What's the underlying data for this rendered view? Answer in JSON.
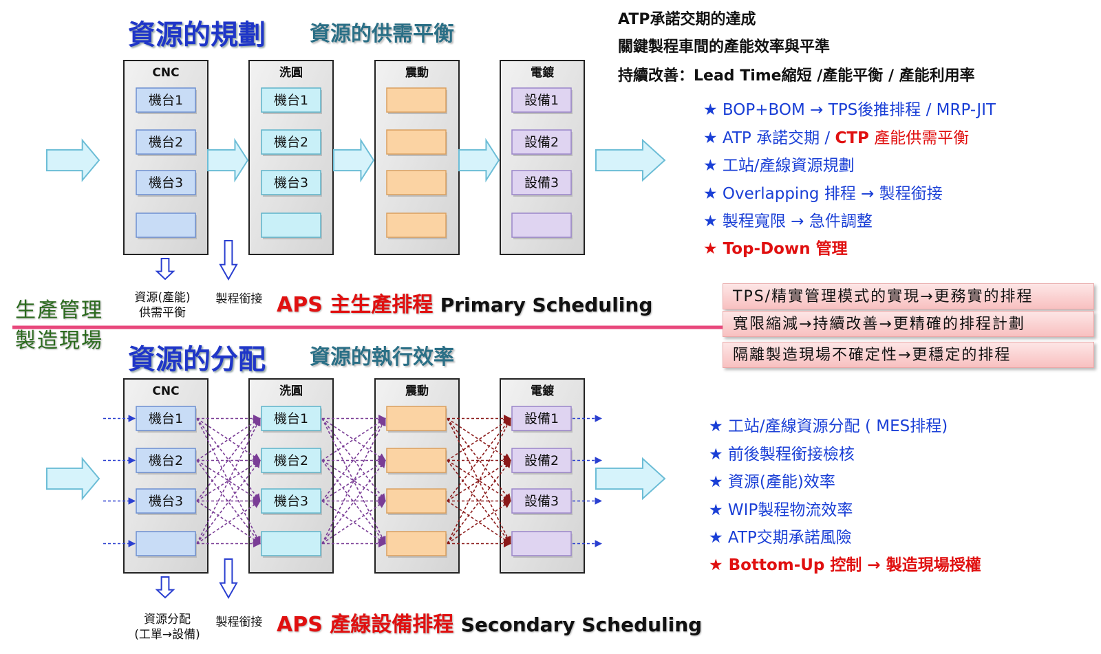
{
  "top": {
    "heading": "資源的規劃",
    "subheading": "資源的供需平衡",
    "right_lines": [
      "ATP承諾交期的達成",
      "關鍵製程車間的產能效率與平準",
      "持續改善：Lead Time縮短 /產能平衡 / 產能利用率"
    ],
    "bullets": [
      {
        "text": "★ BOP+BOM → TPS後推排程 / MRP-JIT"
      },
      {
        "pre": "★ ATP 承諾交期 / ",
        "red": "CTP",
        "post": " 產能供需平衡"
      },
      {
        "text": "★ 工站/產線資源規劃"
      },
      {
        "text": "★ Overlapping 排程 → 製程銜接"
      },
      {
        "text": "★ 製程寬限 → 急件調整"
      },
      {
        "text": "★ Top-Down 管理"
      }
    ],
    "note_left": [
      "資源(產能)",
      "供需平衡"
    ],
    "note_right": "製程銜接",
    "aps_label": "APS 主生產排程",
    "aps_en": "Primary Scheduling"
  },
  "bottom": {
    "heading": "資源的分配",
    "subheading": "資源的執行效率",
    "bullets": [
      "★ 工站/產線資源分配 ( MES排程)",
      "★ 前後製程銜接檢核",
      "★ 資源(產能)效率",
      "★ WIP製程物流效率",
      "★ ATP交期承諾風險",
      "★ Bottom-Up 控制 → 製造現場授權"
    ],
    "note_left": [
      "資源分配",
      "(工單→設備)"
    ],
    "note_right": "製程銜接",
    "aps_label": "APS 產線設備排程",
    "aps_en": "Secondary Scheduling"
  },
  "side": {
    "upper": "生產管理",
    "lower": "製造現場"
  },
  "pink_boxes": [
    "TPS/精實管理模式的實現→更務實的排程",
    "寬限縮減→持續改善→更精確的排程計劃",
    "隔離製造現場不確定性→更穩定的排程"
  ],
  "stations": [
    {
      "name": "CNC",
      "items": [
        "機台1",
        "機台2",
        "機台3",
        ""
      ],
      "fill": "#c8dcf6",
      "stroke": "#6d8fd0"
    },
    {
      "name": "洗圓",
      "items": [
        "機台1",
        "機台2",
        "機台3",
        ""
      ],
      "fill": "#c9f0f8",
      "stroke": "#5fb3c9"
    },
    {
      "name": "震動",
      "items": [
        "",
        "",
        "",
        ""
      ],
      "fill": "#fbd3a3",
      "stroke": "#d9a060"
    },
    {
      "name": "電鍍",
      "items": [
        "設備1",
        "設備2",
        "設備3",
        ""
      ],
      "fill": "#dfd4f1",
      "stroke": "#9a85c9"
    }
  ],
  "colors": {
    "heading_blue": "#1f36c8",
    "accent_red": "#e01010",
    "divider_pink": "#e8487c",
    "arrow_fill": "#d6f3fb",
    "arrow_stroke": "#6cbdd6",
    "cross_purple": "#7a3d96",
    "cross_darkred": "#8b1a1a",
    "dash_blue": "#2a3fd0"
  }
}
